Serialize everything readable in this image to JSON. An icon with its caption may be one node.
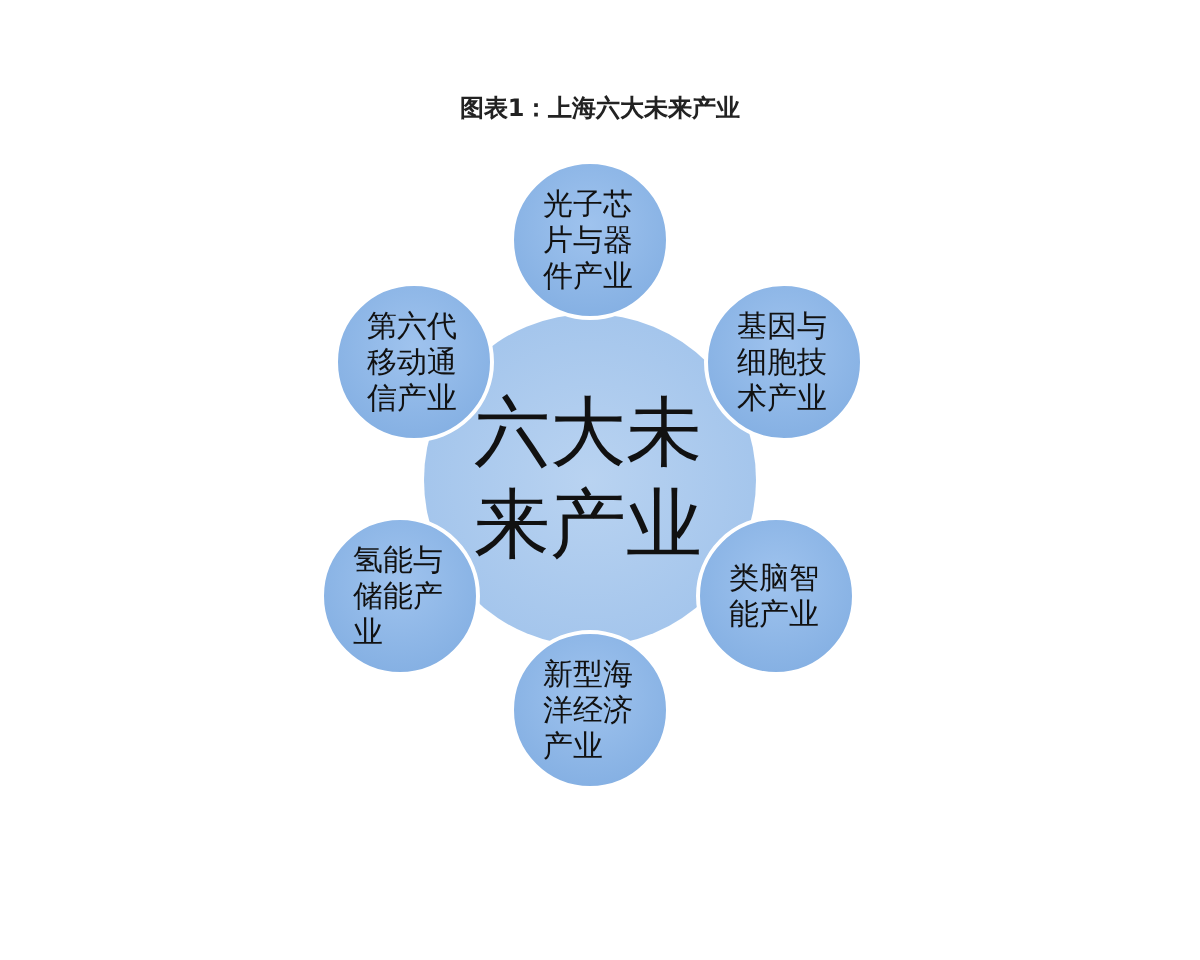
{
  "diagram": {
    "title": "图表1：上海六大未来产业",
    "nodes": [
      {
        "text": [
          "六大未来产业"
        ]
      },
      {
        "text": [
          "光子芯片与器件产业"
        ]
      },
      {
        "text": [
          "基因与细胞技术产业"
        ]
      },
      {
        "text": [
          "类脑智能产业"
        ]
      },
      {
        "text": [
          "新型海洋经济产业"
        ]
      },
      {
        "text": [
          "氢能与储能产业"
        ]
      },
      {
        "text": [
          "第六代移动通信产业"
        ]
      }
    ],
    "edges": []
  }
}
